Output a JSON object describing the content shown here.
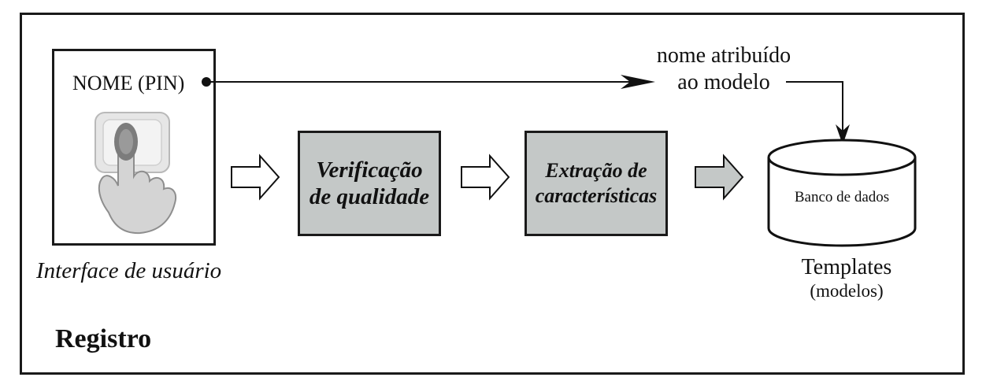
{
  "diagram": {
    "section_label": "Registro",
    "user_interface": {
      "pin_label": "NOME (PIN)",
      "caption": "Interface de usuário"
    },
    "model_name_note": [
      "nome atribuído",
      "ao modelo"
    ],
    "steps": [
      {
        "lines": [
          "Verificação",
          "de qualidade"
        ]
      },
      {
        "lines": [
          "Extração de",
          "características"
        ]
      }
    ],
    "database": {
      "label": "Banco de dados",
      "caption": "Templates",
      "subcaption": "(modelos)"
    }
  }
}
